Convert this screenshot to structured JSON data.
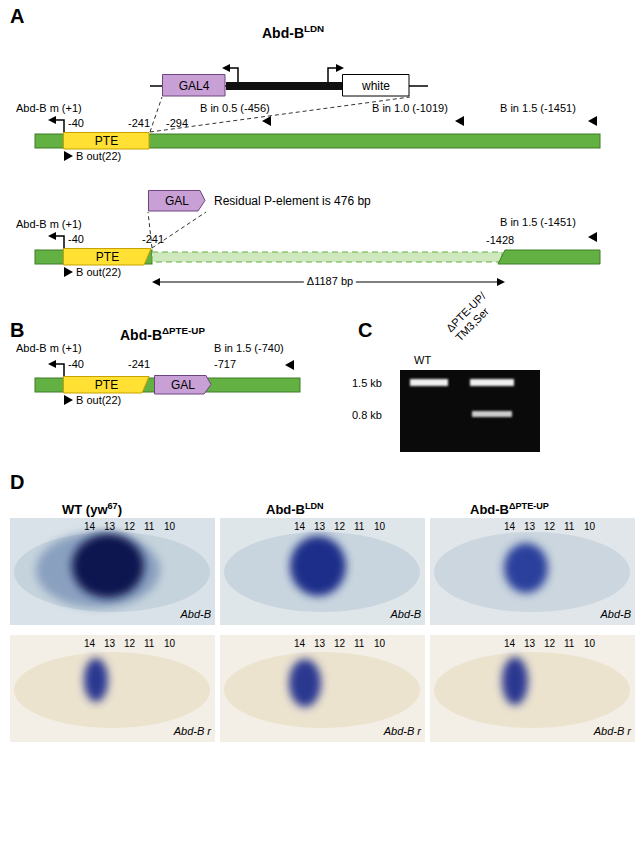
{
  "diagram": {
    "nodes": [
      {
        "text": [
          "GAL4"
        ]
      },
      {
        "text": [
          "white"
        ]
      },
      {
        "text": [
          "PTE"
        ]
      },
      {
        "text": [
          "GAL"
        ]
      },
      {
        "text": [
          "PTE"
        ]
      },
      {
        "text": [
          "PTE"
        ]
      },
      {
        "text": [
          "GAL"
        ]
      }
    ],
    "edges": [
      {
        "from": 2,
        "to": 0,
        "arrow": "none"
      },
      {
        "from": 2,
        "to": 1,
        "arrow": "none"
      },
      {
        "from": 4,
        "to": 3,
        "arrow": "none"
      },
      {
        "from": 4,
        "to": 3,
        "arrow": "none"
      }
    ],
    "labels": [
      "A",
      "Abd-B",
      "LDN",
      "Abd-B m (+1)",
      "-40",
      "-241",
      "-294",
      "B in 0.5 (-456)",
      "B in 1.0 (-1019)",
      "B in 1.5 (-1451)",
      "B out(22)",
      "Residual P-element is 476 bp",
      "Abd-B m (+1)",
      "-40",
      "-241",
      "-1428",
      "B in 1.5 (-1451)",
      "Δ1187 bp",
      "B out(22)",
      "B",
      "Abd-B",
      "ΔPTE-UP",
      "Abd-B m (+1)",
      "-40",
      "-241",
      "-717",
      "B in 1.5 (-740)",
      "B out(22)",
      "C",
      "WT",
      "ΔPTE-UP/ TM3,Ser",
      "1.5 kb",
      "0.8 kb",
      "D",
      "WT (yw",
      "67",
      ")",
      "Abd-B",
      "LDN",
      "Abd-B",
      "ΔPTE-UP",
      "14",
      "13",
      "12",
      "11",
      "10",
      "Abd-B",
      "14",
      "13",
      "12",
      "11",
      "10",
      "Abd-B",
      "14",
      "13",
      "12",
      "11",
      "10",
      "Abd-B",
      "14",
      "13",
      "12",
      "11",
      "10",
      "Abd-B r",
      "14",
      "13",
      "12",
      "11",
      "10",
      "Abd-B r",
      "14",
      "13",
      "12",
      "11",
      "10",
      "Abd-B r"
    ]
  }
}
